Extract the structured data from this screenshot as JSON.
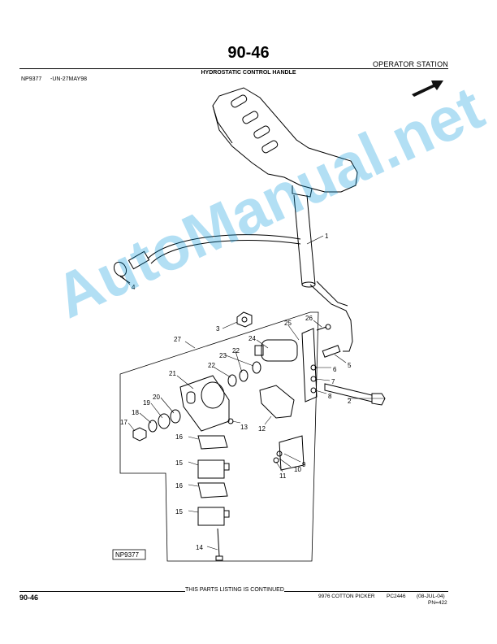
{
  "header": {
    "page_number": "90-46",
    "section": "OPERATOR STATION",
    "title": "HYDROSTATIC CONTROL HANDLE",
    "figure_ref": "NP9377",
    "figure_date": "-UN-27MAY98"
  },
  "diagram": {
    "figure_label": "NP9377",
    "callouts": [
      "1",
      "2",
      "3",
      "4",
      "5",
      "6",
      "7",
      "8",
      "9",
      "10",
      "11",
      "12",
      "13",
      "14",
      "15",
      "15",
      "16",
      "16",
      "17",
      "18",
      "19",
      "20",
      "21",
      "22",
      "22",
      "23",
      "24",
      "25",
      "26",
      "27"
    ],
    "arrow_icon": "direction-arrow-icon"
  },
  "watermark": "AutoManual.net",
  "footer": {
    "continued_note": "THIS PARTS LISTING IS CONTINUED",
    "page_number": "90-46",
    "model": "9976 COTTON PICKER",
    "pc": "PC2446",
    "date": "(08-JUL-04)",
    "pn": "PN=422"
  }
}
